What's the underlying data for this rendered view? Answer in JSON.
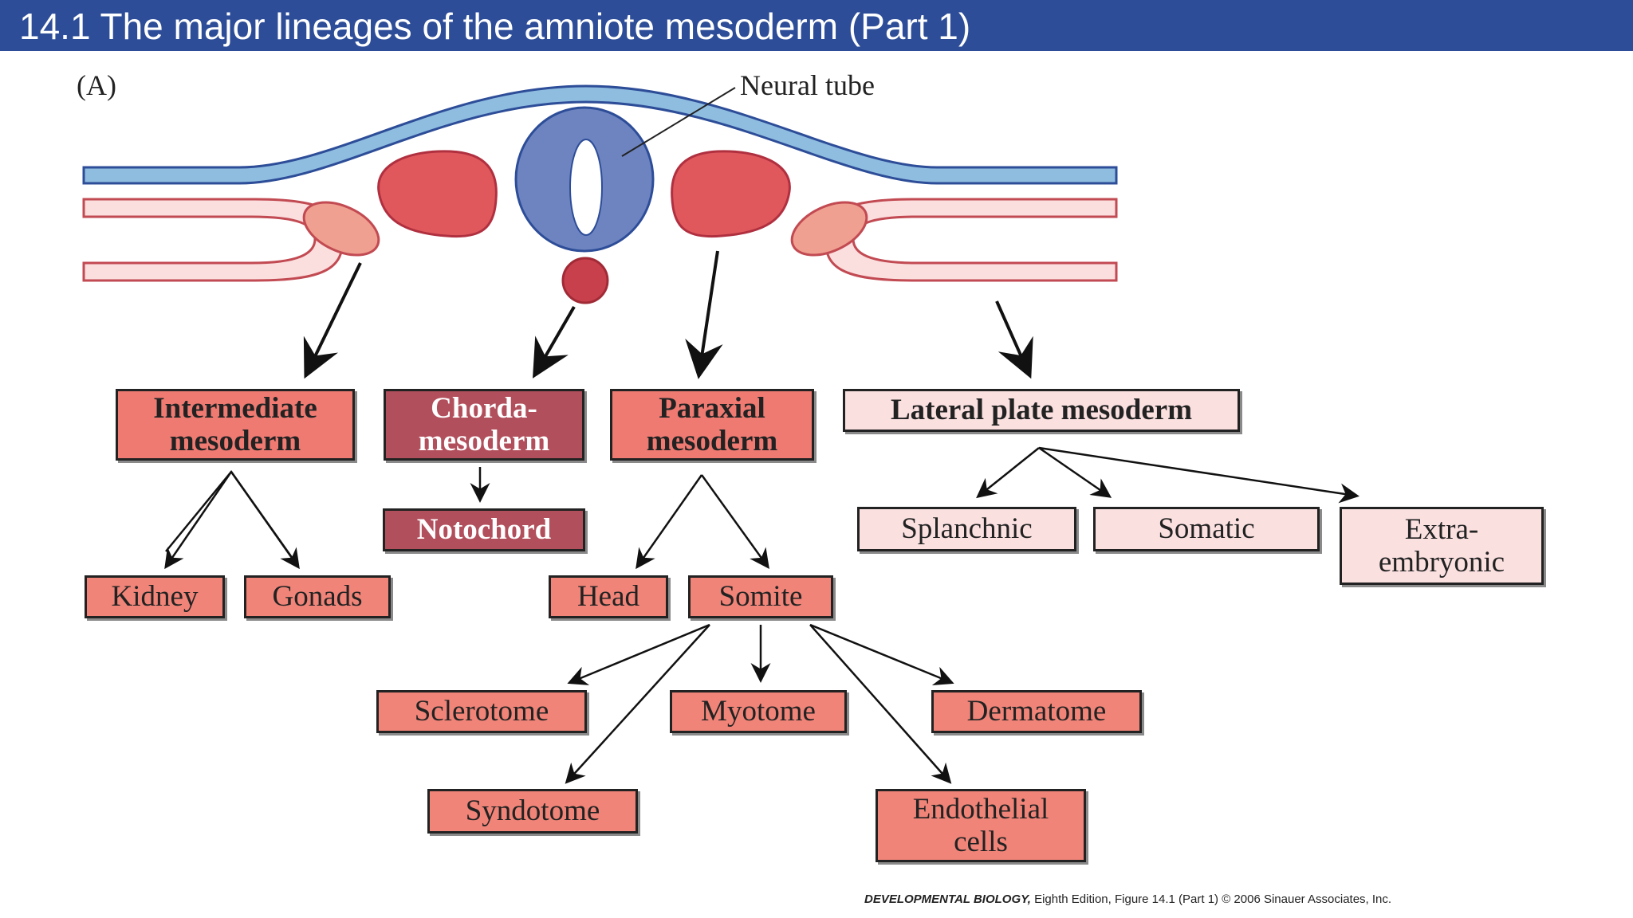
{
  "header": {
    "title": "14.1  The major lineages of the amniote mesoderm (Part 1)"
  },
  "figure": {
    "panel_label": "(A)",
    "neural_tube_label": "Neural tube"
  },
  "nodes": {
    "intermediate": "Intermediate\nmesoderm",
    "chordamesoderm": "Chorda-\nmesoderm",
    "paraxial": "Paraxial\nmesoderm",
    "lateral_plate": "Lateral plate mesoderm",
    "notochord": "Notochord",
    "kidney": "Kidney",
    "gonads": "Gonads",
    "head": "Head",
    "somite": "Somite",
    "splanchnic": "Splanchnic",
    "somatic": "Somatic",
    "extraembryonic": "Extra-\nembryonic",
    "sclerotome": "Sclerotome",
    "myotome": "Myotome",
    "dermatome": "Dermatome",
    "syndotome": "Syndotome",
    "endothelial": "Endothelial\ncells"
  },
  "footer": {
    "book": "DEVELOPMENTAL BIOLOGY,",
    "rest": " Eighth Edition, Figure 14.1 (Part 1)  © 2006 Sinauer Associates, Inc."
  },
  "colors": {
    "title_bar": "#2d4d98",
    "neural_tube": "#6d84c0",
    "ectoderm": "#8fbde0",
    "somite_tissue": "#e0585c",
    "lateral_plate": "#fbdede",
    "intermediate": "#f0a090",
    "notochord": "#c8404c"
  }
}
